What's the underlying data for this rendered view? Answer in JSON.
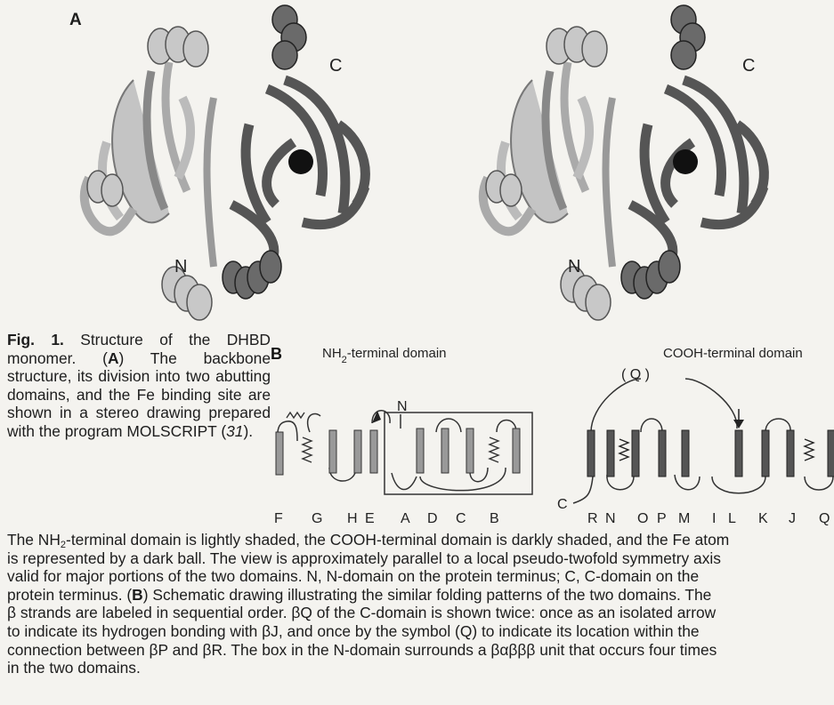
{
  "panel_a": {
    "label": "A",
    "n_label": "N",
    "c_label": "C"
  },
  "panel_b": {
    "label": "B",
    "n_domain_title_prefix": "NH",
    "n_domain_title_sub": "2",
    "n_domain_title_suffix": "-terminal domain",
    "c_domain_title": "COOH-terminal domain",
    "n_terminus": "N",
    "c_terminus": "C",
    "q_label": "( Q )",
    "n_strands": [
      "F",
      "G",
      "H",
      "E",
      "A",
      "D",
      "C",
      "B"
    ],
    "c_strands": [
      "R",
      "N",
      "O",
      "P",
      "M",
      "I",
      "L",
      "K",
      "J",
      "Q"
    ]
  },
  "caption": {
    "fig_label": "Fig. 1.",
    "block_lines": [
      "Structure of the",
      "DHBD monomer. (",
      "A",
      ") The"
    ],
    "block_text_1": "Structure of the DHBD monomer. (",
    "block_bold_1": "A",
    "block_text_2": ") The backbone structure, its division into two abutting domains, and the Fe binding site are shown in a stereo drawing prepared with the program MOLSCRIPT (",
    "block_ref": "31",
    "block_text_3": ").",
    "line_1_pre": "The NH",
    "line_1_sub": "2",
    "line_1_post": "-terminal domain is lightly shaded, the COOH-terminal domain is darkly shaded, and the Fe atom",
    "line_2": "is represented by a dark ball. The view is approximately parallel to a local pseudo-twofold symmetry axis",
    "line_3": "valid for major portions of the two domains. N, N-domain on the protein terminus; C, C-domain on the",
    "line_4_pre": "protein terminus. (",
    "line_4_bold": "B",
    "line_4_post": ") Schematic drawing illustrating the similar folding patterns of the two domains. The",
    "line_5": "β strands are labeled in sequential order. βQ of the C-domain is shown twice: once as an isolated arrow",
    "line_6": "to indicate its hydrogen bonding with βJ, and once by the symbol (Q) to indicate its location within the",
    "line_7": "connection between βP and βR. The box in the N-domain surrounds a βαβββ unit that occurs four times",
    "line_8": "in the two domains."
  },
  "colors": {
    "light_domain": "#b6b6b6",
    "dark_domain": "#5a5a5a",
    "fe_atom": "#111111",
    "background": "#f4f3ef"
  }
}
